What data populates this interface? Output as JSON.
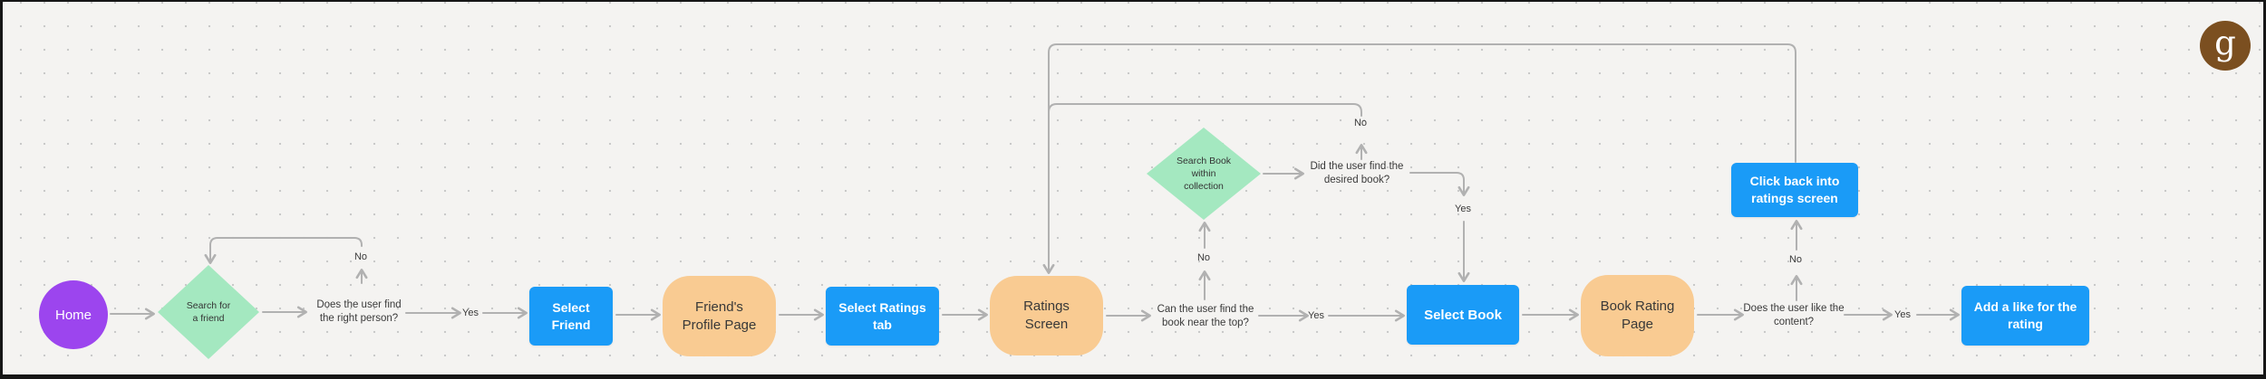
{
  "colors": {
    "canvas_bg": "#f4f3f1",
    "purple": "#9c45ee",
    "green": "#a4e8c0",
    "blue": "#1a9bf7",
    "orange": "#f9cb92",
    "line_gray": "#b1b1b1",
    "text_dark": "#3a3a3a",
    "logo_brown": "#7b4f20"
  },
  "logo": {
    "letter": "g"
  },
  "nodes": {
    "home": "Home",
    "search_friend": "Search for\na friend",
    "q_find_person": "Does the user find\nthe right person?",
    "select_friend": "Select\nFriend",
    "friends_profile": "Friend's\nProfile Page",
    "select_ratings_tab": "Select Ratings\ntab",
    "ratings_screen": "Ratings\nScreen",
    "q_book_top": "Can the user find the\nbook near the top?",
    "search_book_collection": "Search Book\nwithin\ncollection",
    "q_desired_book": "Did the user find the\ndesired book?",
    "select_book": "Select Book",
    "book_rating_page": "Book Rating\nPage",
    "q_like_content": "Does the user like the\ncontent?",
    "click_back_ratings": "Click back into\nratings screen",
    "add_like_rating": "Add a like for the\nrating"
  },
  "edge_labels": {
    "no_find_person": "No",
    "yes_find_person": "Yes",
    "no_book_top": "No",
    "yes_book_top": "Yes",
    "no_desired_book": "No",
    "yes_desired_book": "Yes",
    "no_like_content": "No",
    "yes_like_content": "Yes"
  }
}
